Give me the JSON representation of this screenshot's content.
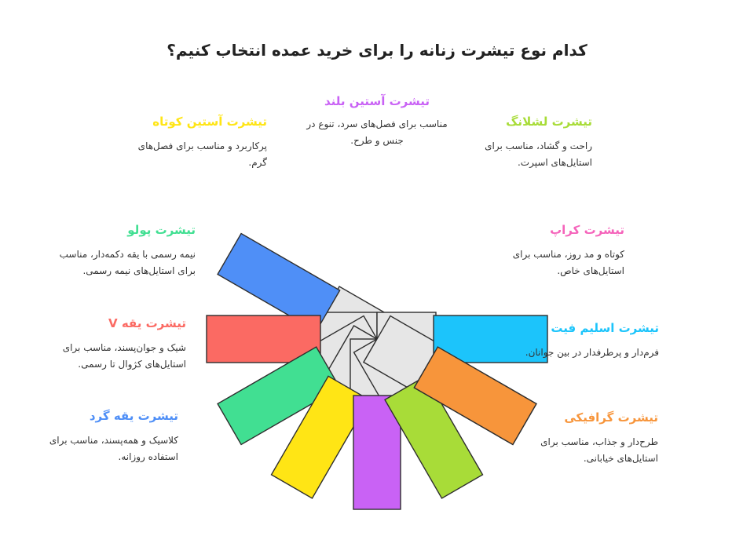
{
  "title": "کدام نوع تیشرت زنانه را برای خرید عمده انتخاب کنیم؟",
  "items": [
    {
      "title": "تیشرت یقه گرد",
      "desc": "کلاسیک و همه‌پسند، مناسب برای استفاده روزانه.",
      "color": "#4f8ff7"
    },
    {
      "title": "تیشرت یقه V",
      "desc": "شیک و جوان‌پسند، مناسب برای استایل‌های کژوال تا رسمی.",
      "color": "#fb6a63"
    },
    {
      "title": "تیشرت پولو",
      "desc": "نیمه رسمی با یقه دکمه‌دار، مناسب برای استایل‌های نیمه رسمی.",
      "color": "#41df92"
    },
    {
      "title": "تیشرت آستین کوتاه",
      "desc": "پرکاربرد و مناسب برای فصل‌های گرم.",
      "color": "#ffe515"
    },
    {
      "title": "تیشرت آستین بلند",
      "desc": "مناسب برای فصل‌های سرد، تنوع در جنس و طرح.",
      "color": "#c962f5"
    },
    {
      "title": "تیشرت لشلانگ",
      "desc": "راحت و گشاد، مناسب برای استایل‌های اسپرت.",
      "color": "#a8dc38"
    },
    {
      "title": "تیشرت کراپ",
      "desc": "کوتاه و مد روز، مناسب برای استایل‌های خاص.",
      "color": "#f564bb"
    },
    {
      "title": "تیشرت اسلیم فیت",
      "desc": "فرم‌دار و پرطرفدار در بین جوانان.",
      "color": "#1cc4fb"
    },
    {
      "title": "تیشرت گرافیکی",
      "desc": "طرح‌دار و جذاب، مناسب برای استایل‌های خیابانی.",
      "color": "#f7953b"
    }
  ]
}
